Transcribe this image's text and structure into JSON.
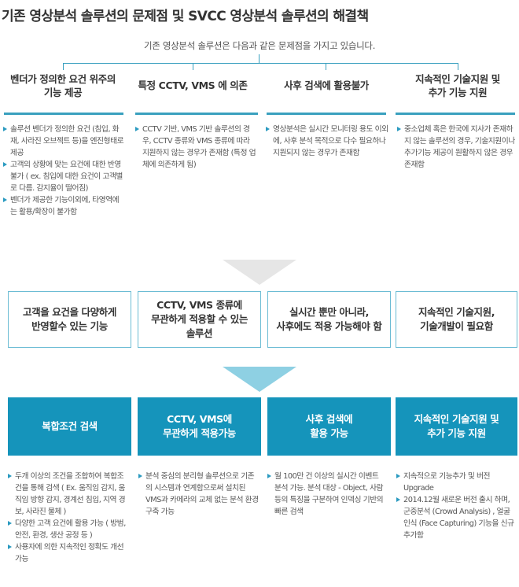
{
  "title": "기존 영상분석 솔루션의 문제점 및 SVCC 영상분석 솔루션의 해결책",
  "subtitle": "기존 영상분석 솔루션은 다음과 같은 문제점을 가지고 있습니다.",
  "colors": {
    "accent": "#3aa0bf",
    "solution_box": "#1594bb",
    "req_border": "#6bbcd4"
  },
  "problems": [
    {
      "heading": [
        "벤더가 정의한 요건 위주의",
        "기능 제공"
      ],
      "bullets": [
        "솔루션 벤더가 정의한 요건 (침입, 화재, 사라진 오브젝트 등)을 엔진형태로 제공",
        "고객의 상황에 맞는 요건에 대한 반영 불가 ( ex. 침입에 대한 요건이 고객별로 다름. 감지율이 떨어짐)",
        "벤더가 제공한 기능이외에, 타영역에는 활용/확장이 불가함"
      ]
    },
    {
      "heading": [
        "특정 CCTV, VMS 에 의존"
      ],
      "bullets": [
        "CCTV 기반, VMS 기반 솔루션의 경우, CCTV 종류와 VMS 종류에 따라 지원하지 않는 경우가 존재함 (특정 업체에 의존하게 됨)"
      ]
    },
    {
      "heading": [
        "사후 검색에 활용불가"
      ],
      "bullets": [
        "영상분석은 실시간 모니터링 용도 이외에, 사후 분석 목적으로 다수 필요하나 지원되지 않는 경우가 존재함"
      ]
    },
    {
      "heading": [
        "지속적인 기술지원 및",
        "추가 기능 지원"
      ],
      "bullets": [
        "중소업체 혹은 한국에 지사가 존재하지 않는 솔루션의 경우, 기술지원이나 추가기능 제공이 원활하지 않은 경우 존재함"
      ]
    }
  ],
  "requirements": [
    [
      "고객을 요건을 다양하게",
      "반영할수 있는 기능"
    ],
    [
      "CCTV, VMS 종류에",
      "무관하게 적용할 수 있는",
      "솔루션"
    ],
    [
      "실시간 뿐만 아니라,",
      "사후에도 적용 가능해야 함"
    ],
    [
      "지속적인 기술지원,",
      "기술개발이 필요함"
    ]
  ],
  "solutions": [
    {
      "heading": [
        "복합조건 검색"
      ],
      "bullets": [
        "두개 이상의 조건을 조합하여 복합조건을 통해 검색 ( Ex. 움직임 감지, 움직임 방향 감지, 경계선 침입, 지역 경보, 사라진 물체 )",
        "다양한 고객 요건에 활용 가능 ( 방범, 안전, 환경, 생산 공정 등 )",
        "사용자에 의한 지속적인 정확도 개선 가능"
      ]
    },
    {
      "heading": [
        "CCTV, VMS에",
        "무관하게 적용가능"
      ],
      "bullets": [
        "분석 중심의 분리형 솔루션으로 기존의 시스템과 연계함으로써 설치된 VMS과 카메라의 교체 없는 분석 환경 구축 가능"
      ]
    },
    {
      "heading": [
        "사후 검색에",
        "활용 가능"
      ],
      "bullets": [
        "월 100만 건 이상의 실시간 이벤트 분석 가능. 분석 대상 - Object, 사람 등의 특징을 구분하여 인덱싱 기반의 빠른 검색"
      ]
    },
    {
      "heading": [
        "지속적인 기술지원 및",
        "추가 기능 지원"
      ],
      "bullets": [
        "지속적으로 기능추가 및 버전 Upgrade",
        "2014.12월 새로운 버전 출시 하며, 군중분석 (Crowd Analysis) , 얼굴 인식 (Face Capturing) 기능을 신규 추가함"
      ]
    }
  ]
}
